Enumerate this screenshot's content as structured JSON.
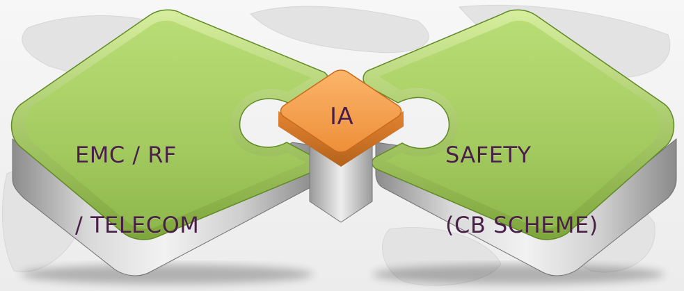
{
  "blocks": {
    "left": {
      "line1": "EMC / RF",
      "line2": "/ TELECOM"
    },
    "center": {
      "label": "IA"
    },
    "right": {
      "line1": "SAFETY",
      "line2": "(CB SCHEME)"
    }
  },
  "colors": {
    "green_top": "#a9cf66",
    "green_edge": "#6f9a2f",
    "orange_top": "#f6a04e",
    "orange_edge": "#c86a1c",
    "metal_side": "#a9a9a9",
    "label_text": "#4a1f47",
    "background": "#f4f4f4",
    "map_shape": "#e2e2e2"
  }
}
